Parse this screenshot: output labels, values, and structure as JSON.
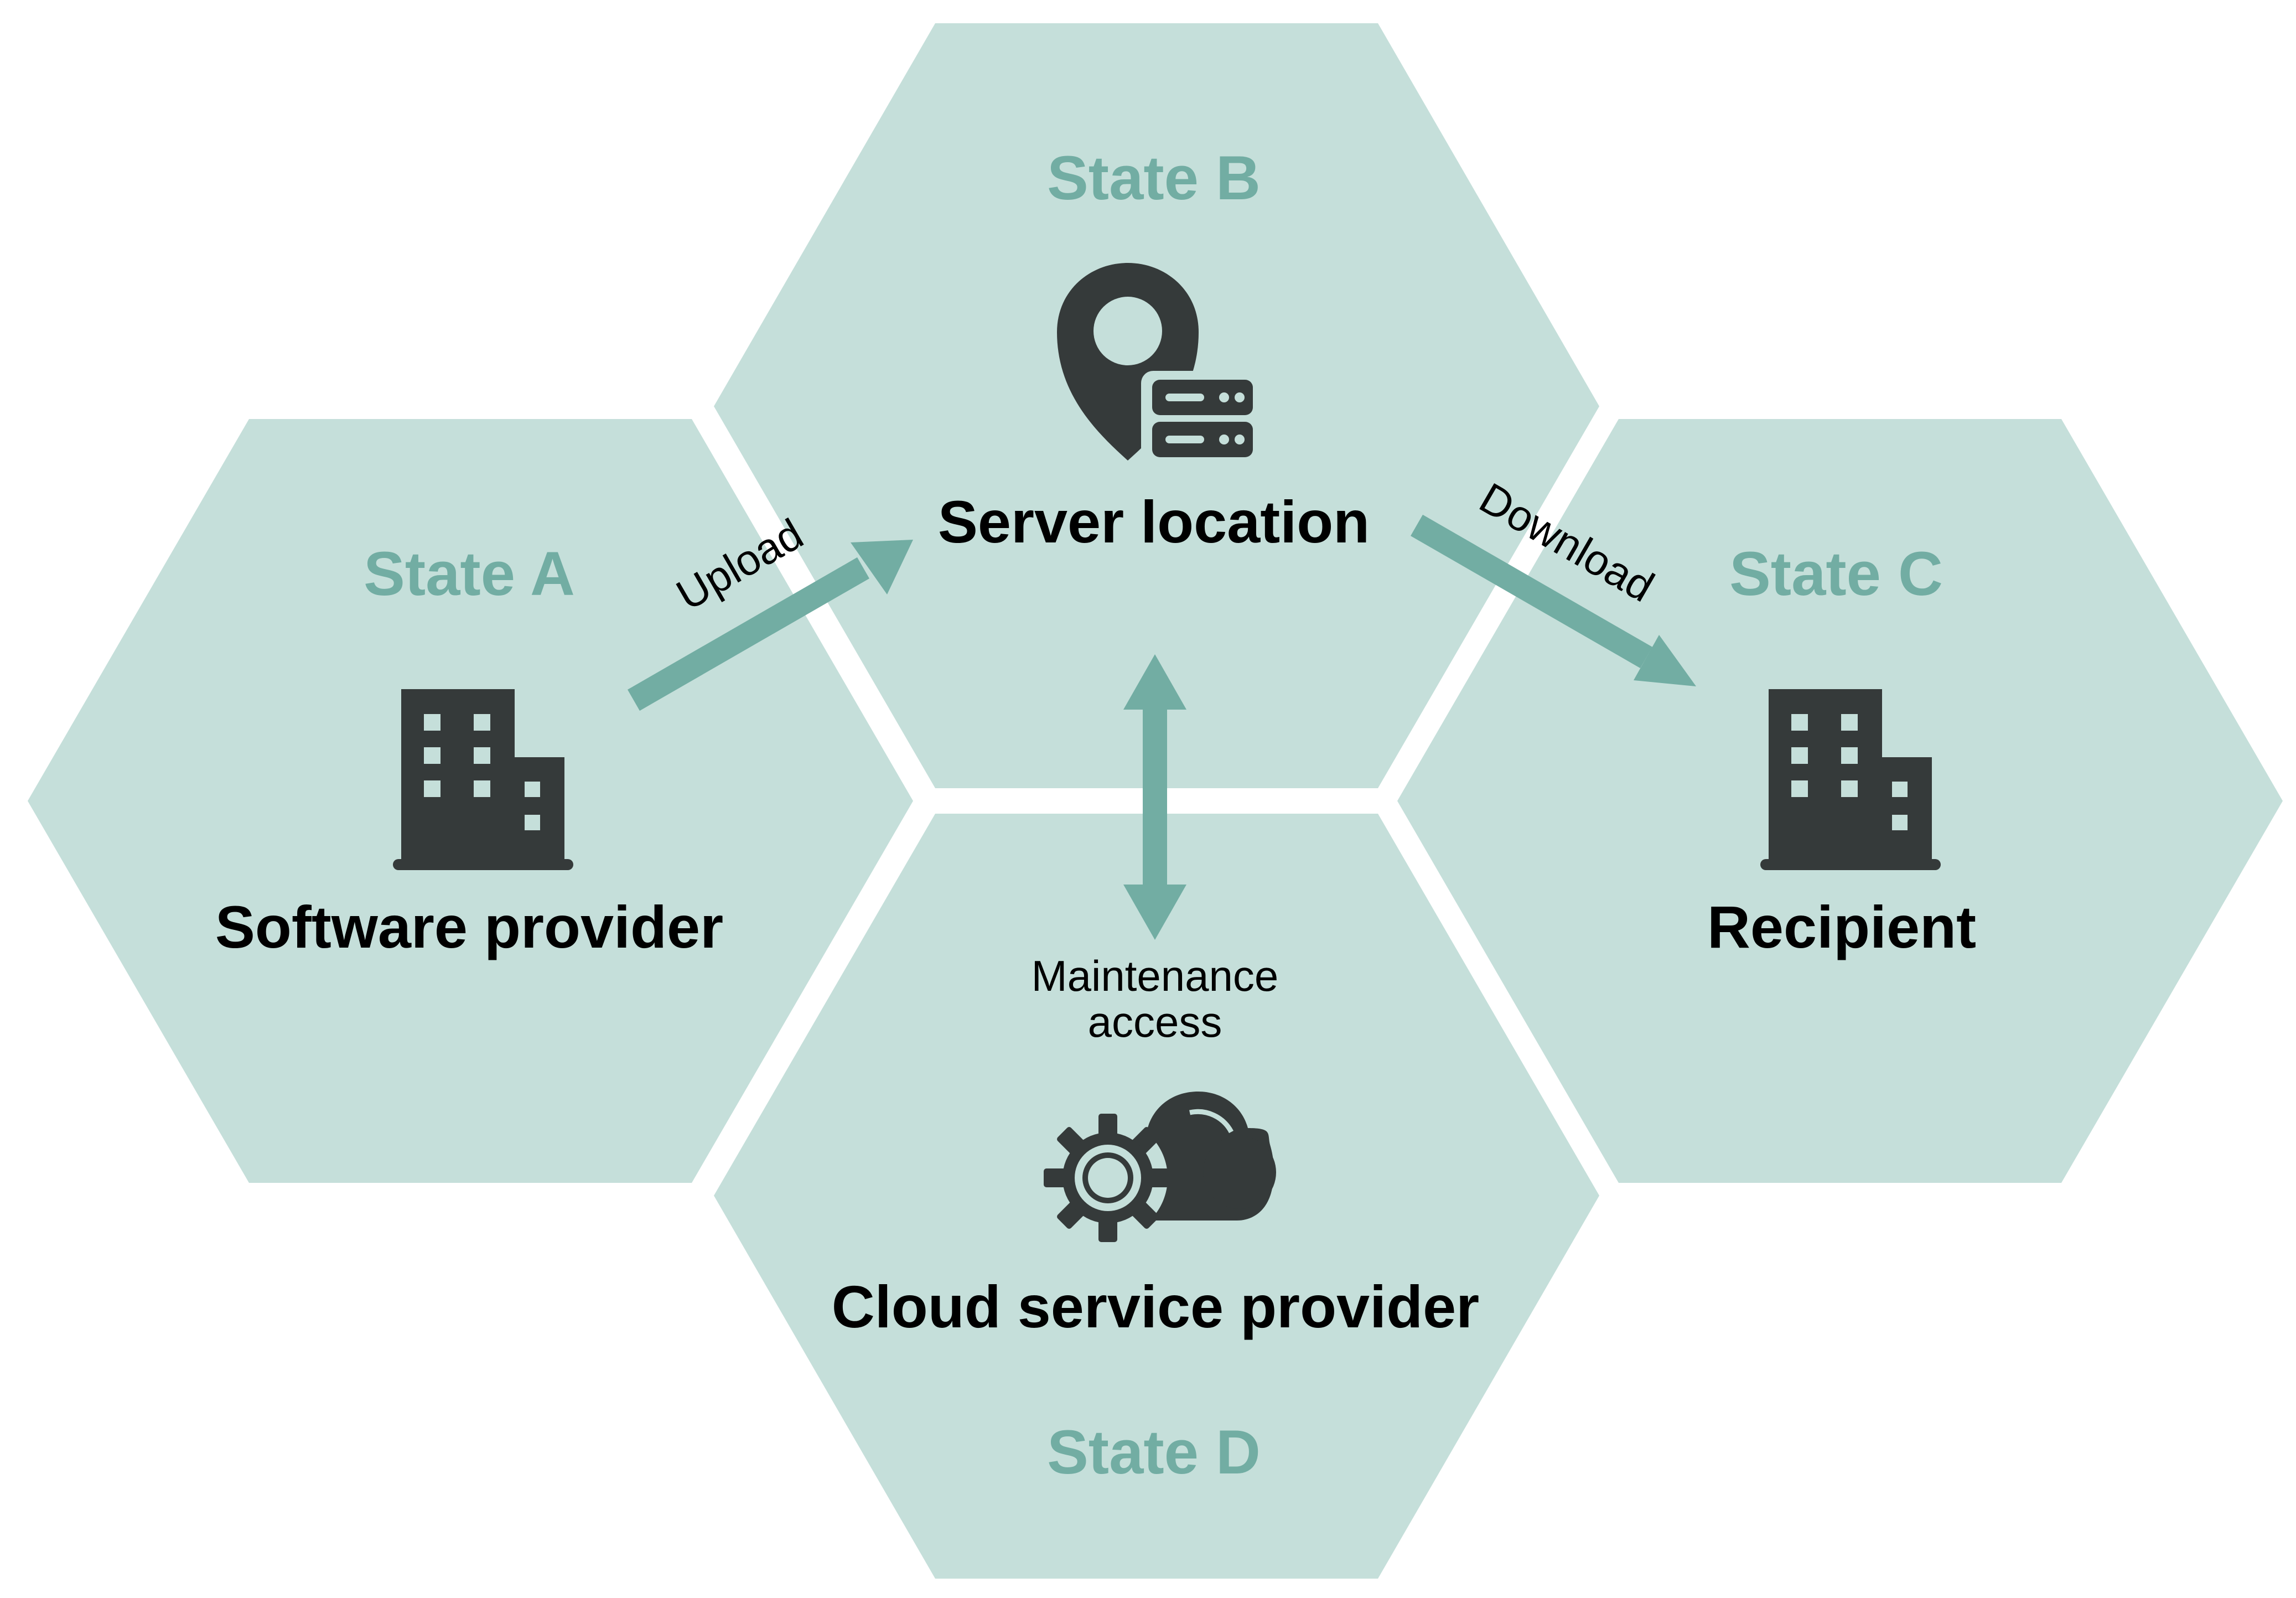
{
  "nodes": {
    "state_a": {
      "state": "State A",
      "entity": "Software provider",
      "icon": "building-icon"
    },
    "state_b": {
      "state": "State B",
      "entity": "Server location",
      "icon": "location-pin-server-icon"
    },
    "state_c": {
      "state": "State C",
      "entity": "Recipient",
      "icon": "building-icon"
    },
    "state_d": {
      "state": "State D",
      "entity": "Cloud service provider",
      "icon": "gear-cloud-icon"
    }
  },
  "flows": {
    "upload": "Upload",
    "download": "Download",
    "maintenance_line1": "Maintenance",
    "maintenance_line2": "access"
  },
  "colors": {
    "hexagon_fill": "#c5dfda",
    "accent": "#72ada3",
    "icon": "#353a3a",
    "text": "#000000",
    "background": "#ffffff"
  }
}
